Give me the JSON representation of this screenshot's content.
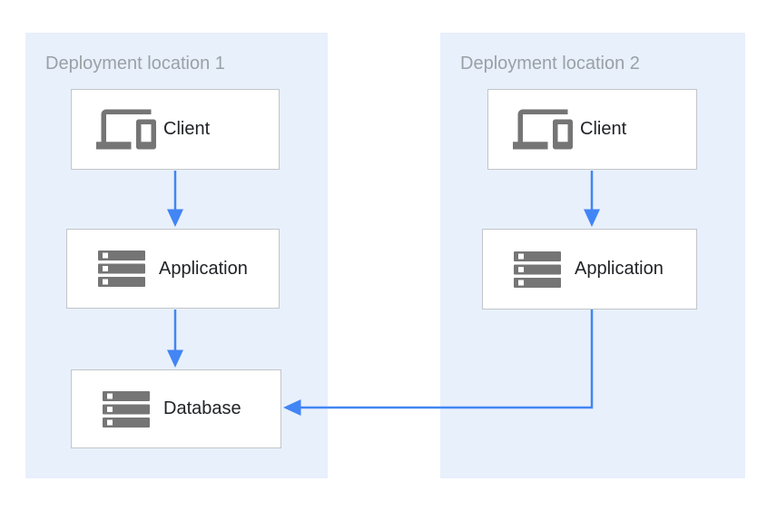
{
  "theme": {
    "canvas_bg": "#ffffff",
    "panel_bg": "#e8f0fb",
    "panel_label_color": "#9aa0a6",
    "node_bg": "#ffffff",
    "node_border": "#c2c5c9",
    "node_text": "#212326",
    "icon_gray": "#757575",
    "arrow_blue": "#4285f4"
  },
  "diagram": {
    "locations": [
      {
        "label": "Deployment location 1",
        "nodes": [
          {
            "id": "client-1",
            "label": "Client",
            "icon": "devices-icon"
          },
          {
            "id": "application-1",
            "label": "Application",
            "icon": "server-stack-icon"
          },
          {
            "id": "database-1",
            "label": "Database",
            "icon": "server-stack-icon"
          }
        ]
      },
      {
        "label": "Deployment location 2",
        "nodes": [
          {
            "id": "client-2",
            "label": "Client",
            "icon": "devices-icon"
          },
          {
            "id": "application-2",
            "label": "Application",
            "icon": "server-stack-icon"
          }
        ]
      }
    ],
    "edges": [
      {
        "from": "client-1",
        "to": "application-1"
      },
      {
        "from": "application-1",
        "to": "database-1"
      },
      {
        "from": "client-2",
        "to": "application-2"
      },
      {
        "from": "application-2",
        "to": "database-1"
      }
    ]
  }
}
